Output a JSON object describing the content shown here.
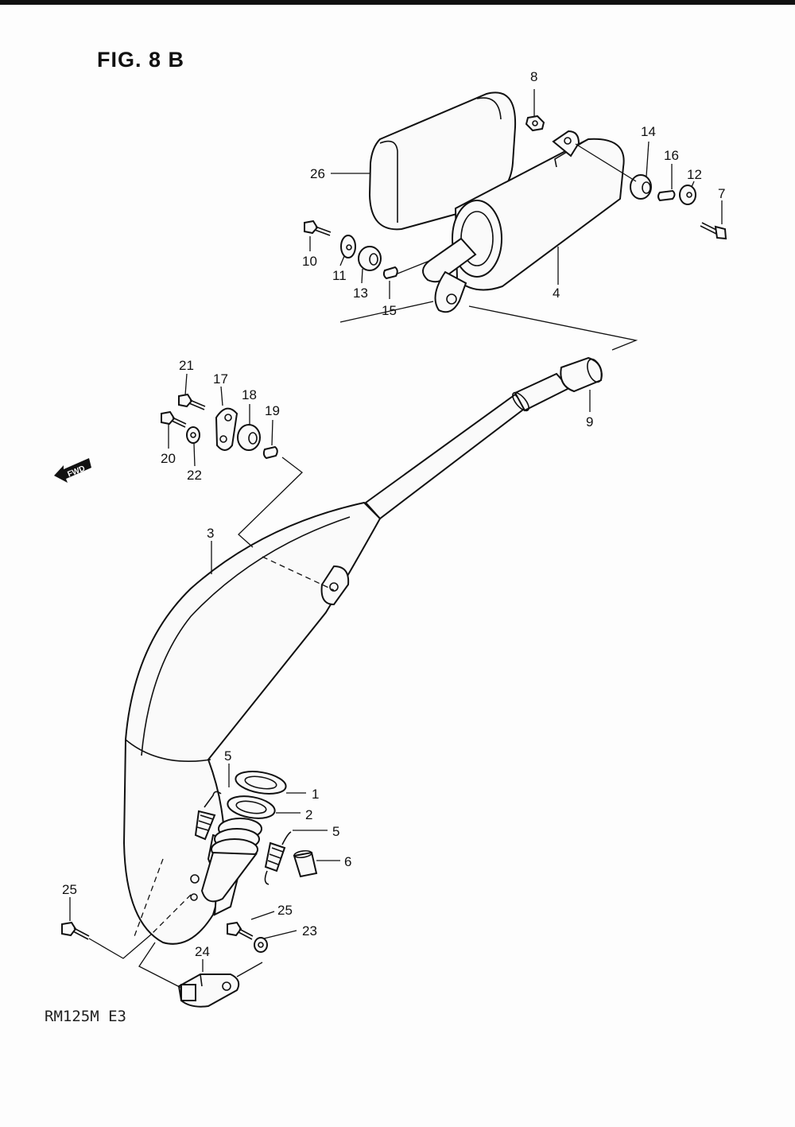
{
  "figure": {
    "title": "FIG. 8 B",
    "model": "RM125M E3",
    "fwd_label": "FWD"
  },
  "callouts": [
    {
      "id": "p1",
      "label": "1"
    },
    {
      "id": "p2",
      "label": "2"
    },
    {
      "id": "p3",
      "label": "3"
    },
    {
      "id": "p4",
      "label": "4"
    },
    {
      "id": "p5a",
      "label": "5"
    },
    {
      "id": "p5b",
      "label": "5"
    },
    {
      "id": "p6",
      "label": "6"
    },
    {
      "id": "p7",
      "label": "7"
    },
    {
      "id": "p8",
      "label": "8"
    },
    {
      "id": "p9",
      "label": "9"
    },
    {
      "id": "p10",
      "label": "10"
    },
    {
      "id": "p11",
      "label": "11"
    },
    {
      "id": "p12",
      "label": "12"
    },
    {
      "id": "p13",
      "label": "13"
    },
    {
      "id": "p14",
      "label": "14"
    },
    {
      "id": "p15",
      "label": "15"
    },
    {
      "id": "p16",
      "label": "16"
    },
    {
      "id": "p17",
      "label": "17"
    },
    {
      "id": "p18",
      "label": "18"
    },
    {
      "id": "p19",
      "label": "19"
    },
    {
      "id": "p20",
      "label": "20"
    },
    {
      "id": "p21",
      "label": "21"
    },
    {
      "id": "p22",
      "label": "22"
    },
    {
      "id": "p23",
      "label": "23"
    },
    {
      "id": "p24",
      "label": "24"
    },
    {
      "id": "p25a",
      "label": "25"
    },
    {
      "id": "p25b",
      "label": "25"
    },
    {
      "id": "p26",
      "label": "26"
    }
  ]
}
